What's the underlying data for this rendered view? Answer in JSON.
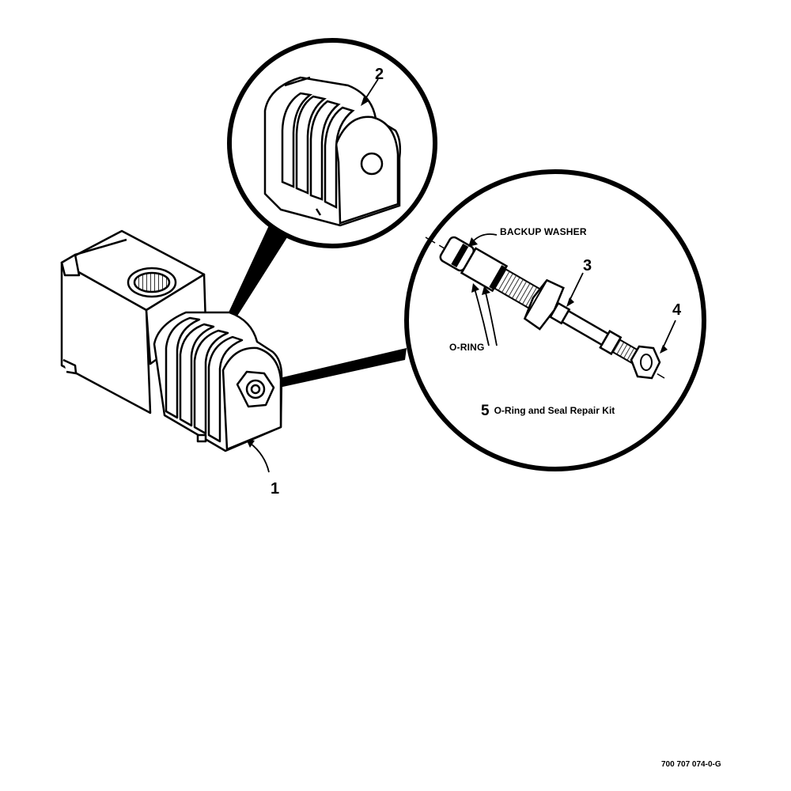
{
  "diagram": {
    "callouts": {
      "item1": "1",
      "item2": "2",
      "item3": "3",
      "item4": "4",
      "item5": "5"
    },
    "labels": {
      "backup_washer": "BACKUP WASHER",
      "o_ring": "O-RING",
      "kit": "O-Ring and Seal Repair Kit"
    },
    "figure_number": "700 707 074-0-G"
  },
  "colors": {
    "ink": "#000000",
    "paper": "#ffffff",
    "shade": "#d9d9d9"
  }
}
